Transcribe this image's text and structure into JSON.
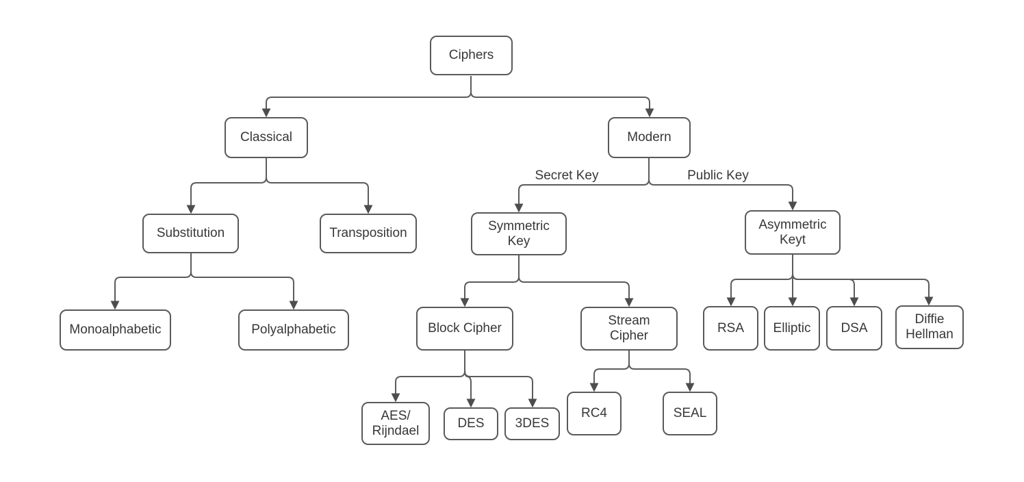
{
  "diagram": {
    "background": "#ffffff",
    "colors": {
      "node_border": "#595959",
      "node_fill": "#ffffff",
      "connector": "#5b5b5b",
      "arrowhead": "#4d4d4d",
      "text": "#373737"
    },
    "nodes": {
      "ciphers": {
        "label": "Ciphers"
      },
      "classical": {
        "label": "Classical"
      },
      "modern": {
        "label": "Modern"
      },
      "substitution": {
        "label": "Substitution"
      },
      "transposition": {
        "label": "Transposition"
      },
      "monoalphabetic": {
        "label": "Monoalphabetic"
      },
      "polyalphabetic": {
        "label": "Polyalphabetic"
      },
      "symmetric_key": {
        "label": "Symmetric\nKey"
      },
      "asymmetric_keyt": {
        "label": "Asymmetric\nKeyt"
      },
      "block_cipher": {
        "label": "Block Cipher"
      },
      "stream_cipher": {
        "label": "Stream\nCipher"
      },
      "aes_rijndael": {
        "label": "AES/\nRijndael"
      },
      "des": {
        "label": "DES"
      },
      "des3": {
        "label": "3DES"
      },
      "rc4": {
        "label": "RC4"
      },
      "seal": {
        "label": "SEAL"
      },
      "rsa": {
        "label": "RSA"
      },
      "elliptic": {
        "label": "Elliptic"
      },
      "dsa": {
        "label": "DSA"
      },
      "diffie_hellman": {
        "label": "Diffie\nHellman"
      }
    },
    "edge_labels": {
      "secret_key": "Secret Key",
      "public_key": "Public Key"
    }
  }
}
